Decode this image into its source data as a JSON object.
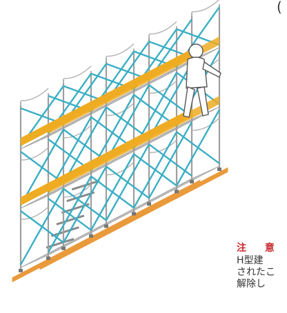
{
  "top_mark": "(",
  "note": {
    "heading": "注 意",
    "lines": [
      "H型建",
      "されたこ",
      "解除し"
    ]
  },
  "colors": {
    "brace": "#3aaec4",
    "toe_board": "#eeac22",
    "base_sill": "#e99a3a",
    "deck": "#c2c2c2",
    "post": "#9e9e9e",
    "note_heading": "#c8282a"
  },
  "icons": [
    "scaffold-illustration",
    "worker-figure"
  ]
}
